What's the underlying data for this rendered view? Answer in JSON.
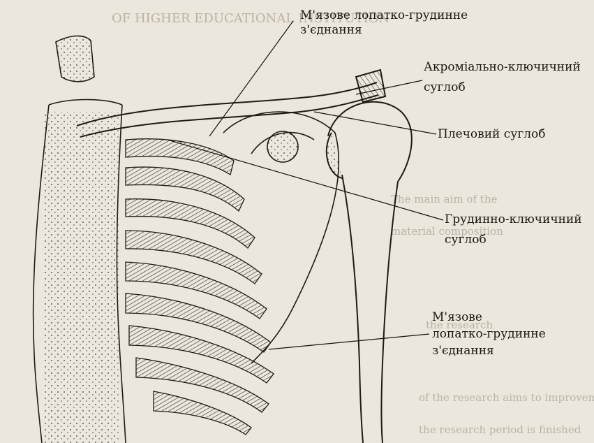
{
  "background_text": {
    "header_line": "OF HIGHER EDUCATIONAL INSTITUTION",
    "body_line_1": "The main aim of the",
    "body_line_2": "material composition",
    "body_line_3": "the research",
    "body_line_4": "of the research aims to improvement",
    "body_line_5": "the research period is finished"
  },
  "labels": {
    "muscular_top_line1": "М'язове лопатко-грудинне",
    "muscular_top_line2": "з'єднання",
    "acromioclavicular_line1": "Акроміально-ключичний",
    "acromioclavicular_line2": "суглоб",
    "shoulder": "Плечовий суглоб",
    "sternoclavicular_line1": "Грудинно-ключичний",
    "sternoclavicular_line2": "суглоб",
    "muscular_bottom_line1": "М'язове",
    "muscular_bottom_line2": "лопатко-грудинне",
    "muscular_bottom_line3": "з'єднання"
  }
}
